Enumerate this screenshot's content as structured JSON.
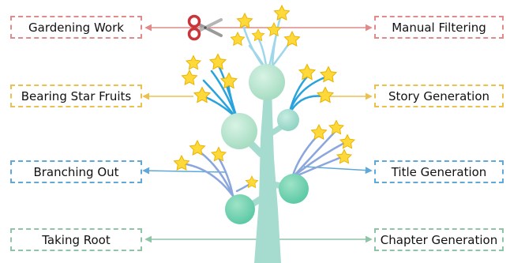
{
  "labels": {
    "left": [
      "Gardening Work",
      "Bearing Star Fruits",
      "Branching Out",
      "Taking Root"
    ],
    "right": [
      "Manual Filtering",
      "Story Generation",
      "Title Generation",
      "Chapter Generation"
    ]
  },
  "colors": {
    "red": "#e08a8a",
    "yellow": "#ecc04e",
    "blue": "#5fa8d8",
    "green": "#8fc4a6",
    "trunk": "#a6dcd0",
    "star": "#ffd83a"
  }
}
